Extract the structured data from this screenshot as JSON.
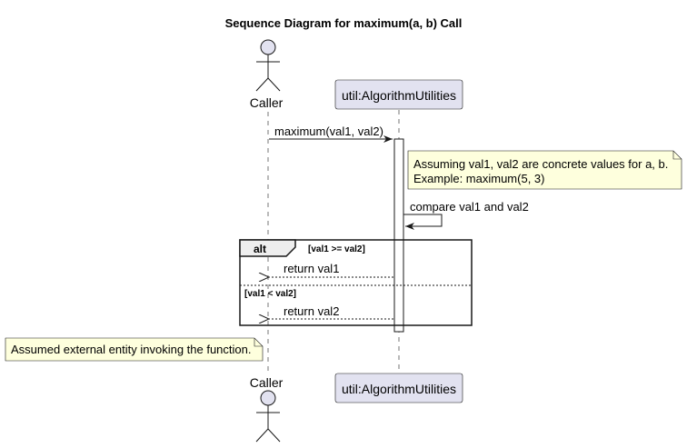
{
  "title": "Sequence Diagram for maximum(a, b) Call",
  "participants": {
    "caller": "Caller",
    "util": "util:AlgorithmUtilities"
  },
  "messages": {
    "call": "maximum(val1, val2)",
    "self": "compare val1 and val2",
    "return1": "return val1",
    "return2": "return val2"
  },
  "notes": {
    "assumption_line1": "Assuming val1, val2 are concrete values for a, b.",
    "assumption_line2": "Example: maximum(5, 3)",
    "caller_note": "Assumed external entity invoking the function."
  },
  "alt": {
    "keyword": "alt",
    "guard1": "[val1 >= val2]",
    "guard2": "[val1 < val2]"
  },
  "colors": {
    "participant_fill": "#E2E2F0",
    "participant_stroke": "#181818",
    "note_fill": "#FEFFDD",
    "frame_header_fill": "#EEEEEE"
  }
}
